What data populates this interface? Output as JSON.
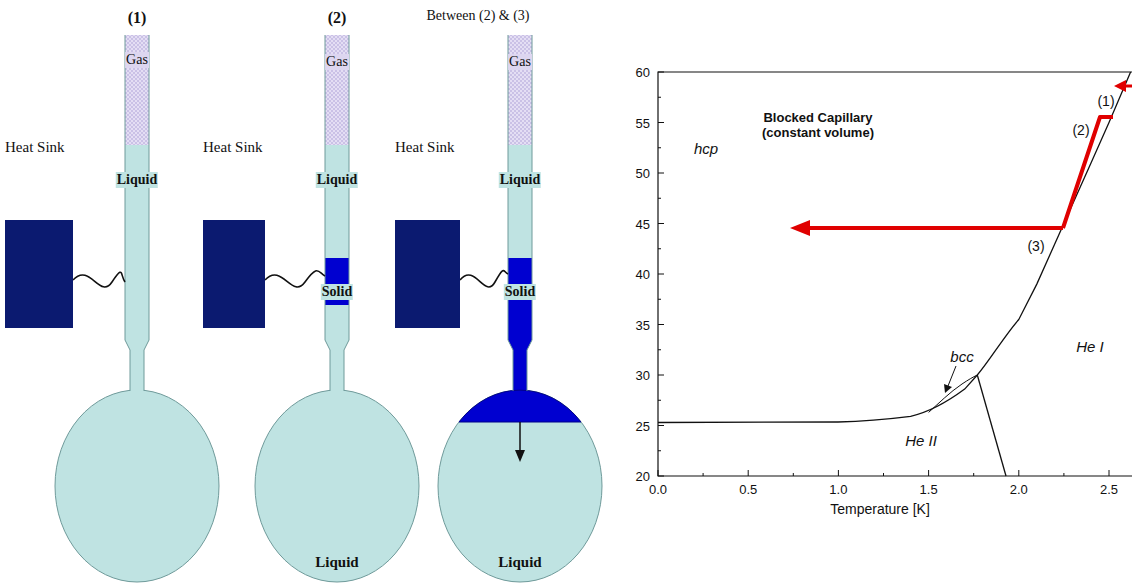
{
  "diagram": {
    "nodes": [
      {
        "text": [
          "Heat Sink"
        ]
      },
      {
        "text": [
          "Heat Sink"
        ]
      },
      {
        "text": [
          "Heat Sink"
        ]
      }
    ],
    "labels": [
      "(1)",
      "(2)",
      "Between (2) & (3)",
      "Gas",
      "Liquid",
      "Gas",
      "Liquid",
      "Solid",
      "Liquid",
      "Gas",
      "Liquid",
      "Solid",
      "Liquid",
      "60",
      "55",
      "50",
      "45",
      "40",
      "35",
      "30",
      "25",
      "20",
      "0.0",
      "0.5",
      "1.0",
      "1.5",
      "2.0",
      "2.5",
      "Temperature [K]",
      "hcp",
      "Blocked Capillary (constant volume)",
      "(1)",
      "(2)",
      "(3)",
      "He I",
      "bcc",
      "He II"
    ]
  }
}
